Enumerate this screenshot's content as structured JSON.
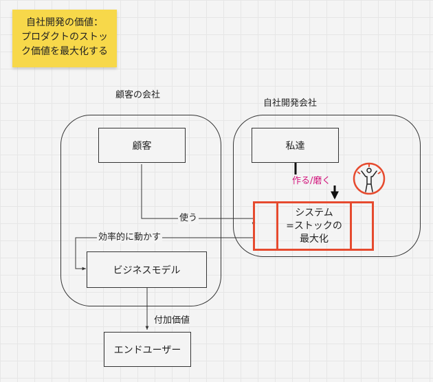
{
  "sticky_note": {
    "lines": [
      "自社開発の価値：",
      "プロダクトのストッ",
      "ク価値を最大化する"
    ]
  },
  "groups": {
    "customer_company_label": "顧客の会社",
    "own_company_label": "自社開発会社"
  },
  "nodes": {
    "customer": "顧客",
    "us": "私達",
    "system_lines": [
      "システム",
      "=ストックの",
      "最大化"
    ],
    "business_model": "ビジネスモデル",
    "end_user": "エンドユーザー"
  },
  "edges": {
    "use": "使う",
    "make_polish": "作る/磨く",
    "operate_efficiently": "効率的に動かす",
    "added_value": "付加価値"
  },
  "colors": {
    "sticky": "#f7d84a",
    "system_border": "#e64a2e",
    "make_polish_label": "#d1117a",
    "lines": "#333333"
  },
  "icons": {
    "person": "person-arms-raised-icon"
  }
}
